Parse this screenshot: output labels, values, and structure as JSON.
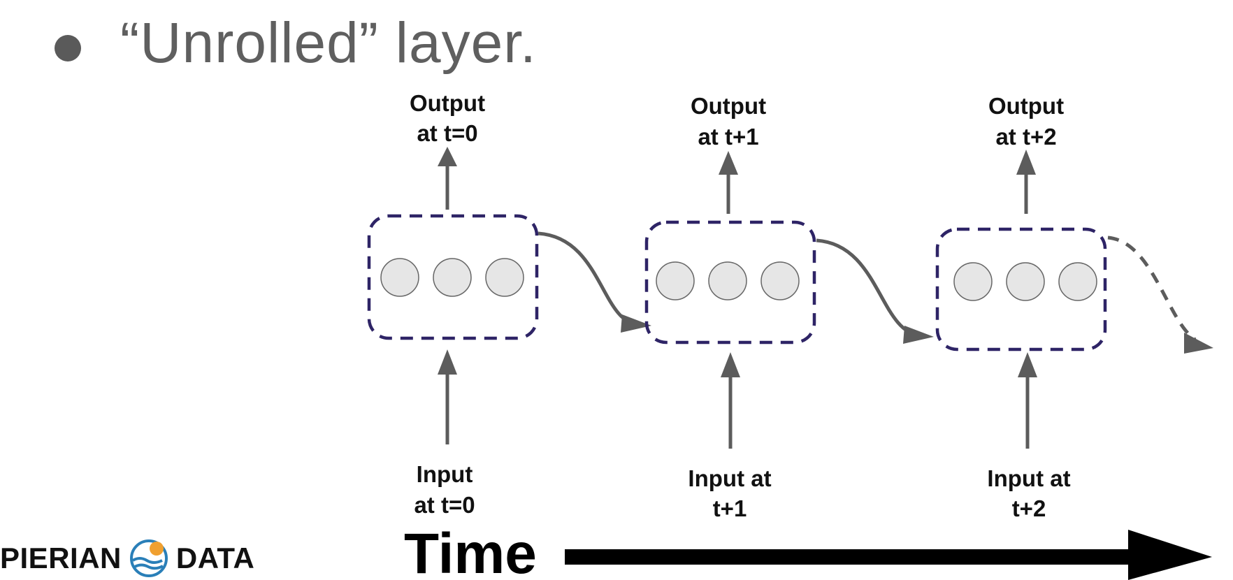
{
  "bullet": {
    "text": "“Unrolled” layer."
  },
  "diagram": {
    "cells": [
      {
        "output_line1": "Output",
        "output_line2": "at t=0",
        "input_line1": "Input",
        "input_line2": "at t=0"
      },
      {
        "output_line1": "Output",
        "output_line2": "at t+1",
        "input_line1": "Input at",
        "input_line2": "t+1"
      },
      {
        "output_line1": "Output",
        "output_line2": "at t+2",
        "input_line1": "Input at",
        "input_line2": "t+2"
      }
    ],
    "time_label": "Time"
  },
  "logo": {
    "left_word": "PIERIAN",
    "right_word": "DATA"
  },
  "colors": {
    "box_border": "#2e2466",
    "neuron_fill": "#e6e6e6",
    "arrow": "#5c5c5c",
    "logo_orange": "#f0a030",
    "logo_blue": "#2a7fb8"
  }
}
